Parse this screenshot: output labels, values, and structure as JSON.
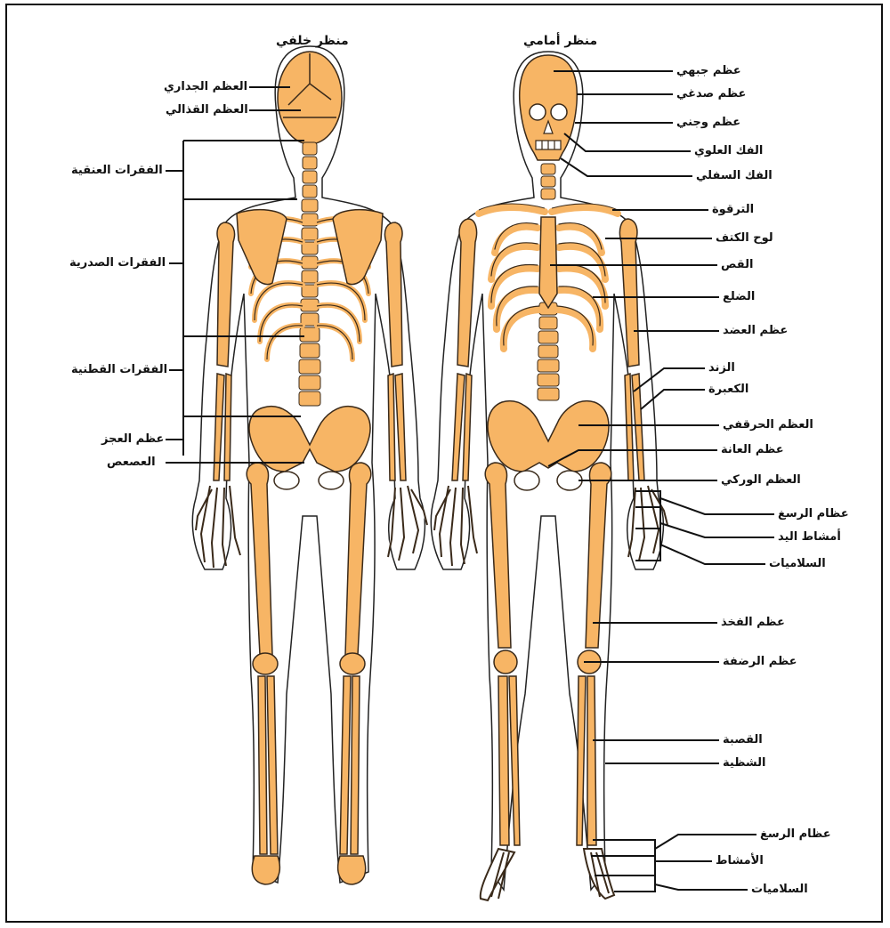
{
  "colors": {
    "bone": "#f7b565",
    "bone_stroke": "#3a2a1a",
    "outline": "#222222",
    "line": "#111111",
    "background": "#ffffff"
  },
  "titles": {
    "back": "منظر خلفي",
    "front": "منظر أمامي"
  },
  "back_labels": {
    "parietal": "العظم الجداري",
    "occipital": "العظم القذالي",
    "cervical": "الفقرات العنقية",
    "thoracic": "الفقرات الصدرية",
    "lumbar": "الفقرات القطنية",
    "sacrum": "عظم العجز",
    "coccyx": "العصعص"
  },
  "front_labels": {
    "frontal": "عظم جبهي",
    "temporal": "عظم صدغي",
    "zygomatic": "عظم وجني",
    "maxilla": "الفك العلوي",
    "mandible": "الفك السفلي",
    "clavicle": "الترقوة",
    "scapula": "لوح الكتف",
    "sternum": "القص",
    "ribs": "الضلع",
    "humerus": "عظم العضد",
    "ulna": "الزند",
    "radius": "الكعبرة",
    "ilium": "العظم الحرقفي",
    "pubis": "عظم العانة",
    "ischium": "العظم الوركي",
    "carpals": "عظام الرسغ",
    "metacarpals": "أمشاط اليد",
    "hand_phalanges": "السلاميات",
    "femur": "عظم الفخذ",
    "patella": "عظم الرضفة",
    "tibia": "القصبة",
    "fibula": "الشظية",
    "tarsals": "عظام الرسغ",
    "metatarsals": "الأمشاط",
    "foot_phalanges": "السلاميات"
  }
}
